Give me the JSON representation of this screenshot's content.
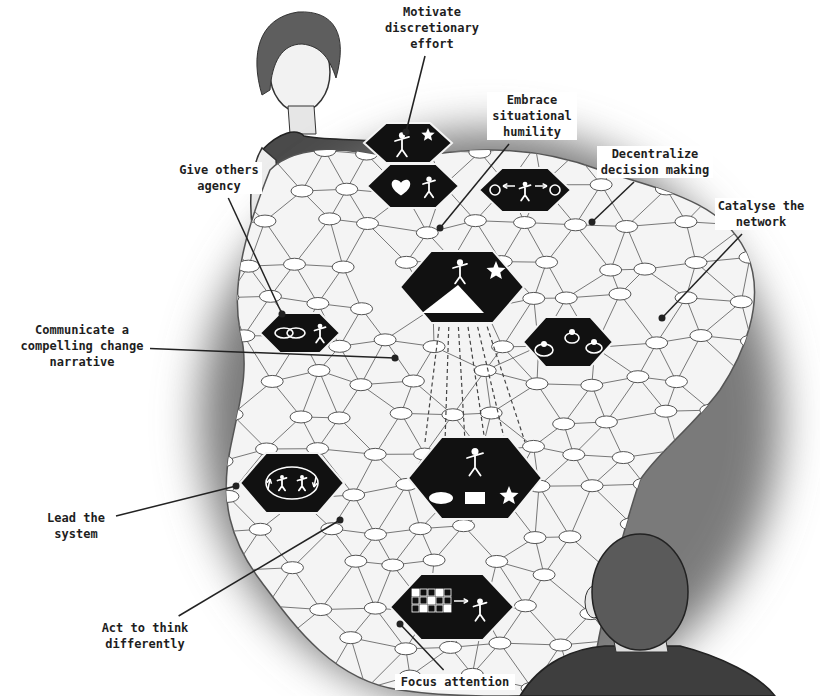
{
  "diagram": {
    "labels": [
      "Motivate discretionary effort",
      "Embrace situational humility",
      "Decentralize decision making",
      "Give others agency",
      "Catalyse the network",
      "Communicate a compelling change narrative",
      "Lead the system",
      "Act to think differently",
      "Focus attention"
    ]
  }
}
